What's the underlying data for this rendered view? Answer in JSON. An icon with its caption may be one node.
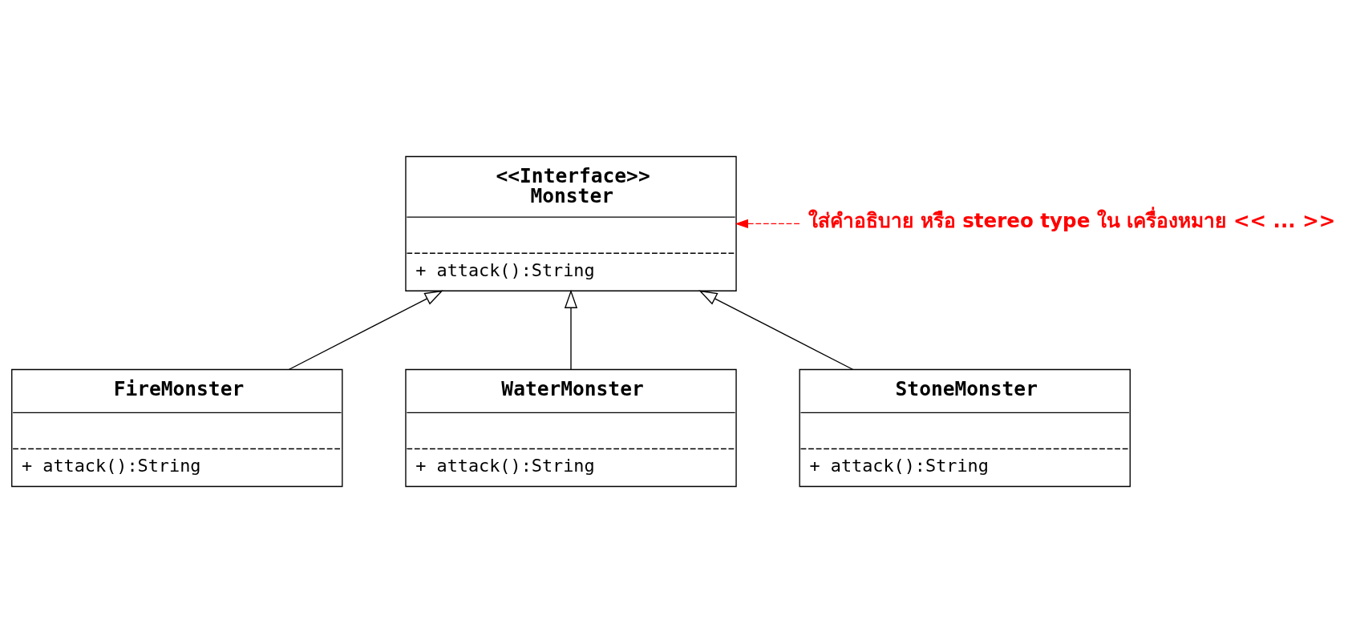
{
  "diagram": {
    "nodes": [
      {
        "text": [
          "<<Interface>>",
          "Monster",
          "+ attack():String"
        ]
      },
      {
        "text": [
          "FireMonster",
          "+ attack():String"
        ]
      },
      {
        "text": [
          "WaterMonster",
          "+ attack():String"
        ]
      },
      {
        "text": [
          "StoneMonster",
          "+ attack():String"
        ]
      },
      {
        "text": [
          "ใส่คำอธิบาย หรือ stereo type ใน เครื่องหมาย << ... >>"
        ]
      }
    ],
    "edges": [
      {
        "from": 1,
        "to": 0,
        "arrow": "to"
      },
      {
        "from": 2,
        "to": 0,
        "arrow": "to"
      },
      {
        "from": 3,
        "to": 0,
        "arrow": "to"
      },
      {
        "from": 4,
        "to": 0,
        "arrow": "to",
        "style": "dashed",
        "color": "#ff0000"
      }
    ]
  }
}
